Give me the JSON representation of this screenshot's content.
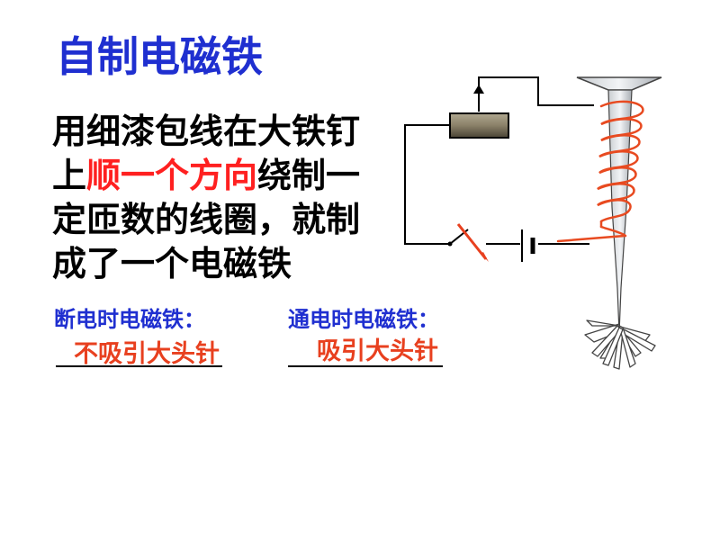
{
  "title": "自制电磁铁",
  "description": {
    "part1": "用细漆包线在大铁钉上",
    "highlight": "顺一个方向",
    "part2": "绕制一定匝数的线圈，就制成了一个电磁铁"
  },
  "off_state": {
    "label": "断电时电磁铁：",
    "answer": "不吸引大头针"
  },
  "on_state": {
    "label": "通电时电磁铁：",
    "answer": "吸引大头针"
  },
  "colors": {
    "title": "#1f2fd0",
    "highlight": "#ff2020",
    "answer": "#e8401f",
    "coil": "#e84a20"
  }
}
